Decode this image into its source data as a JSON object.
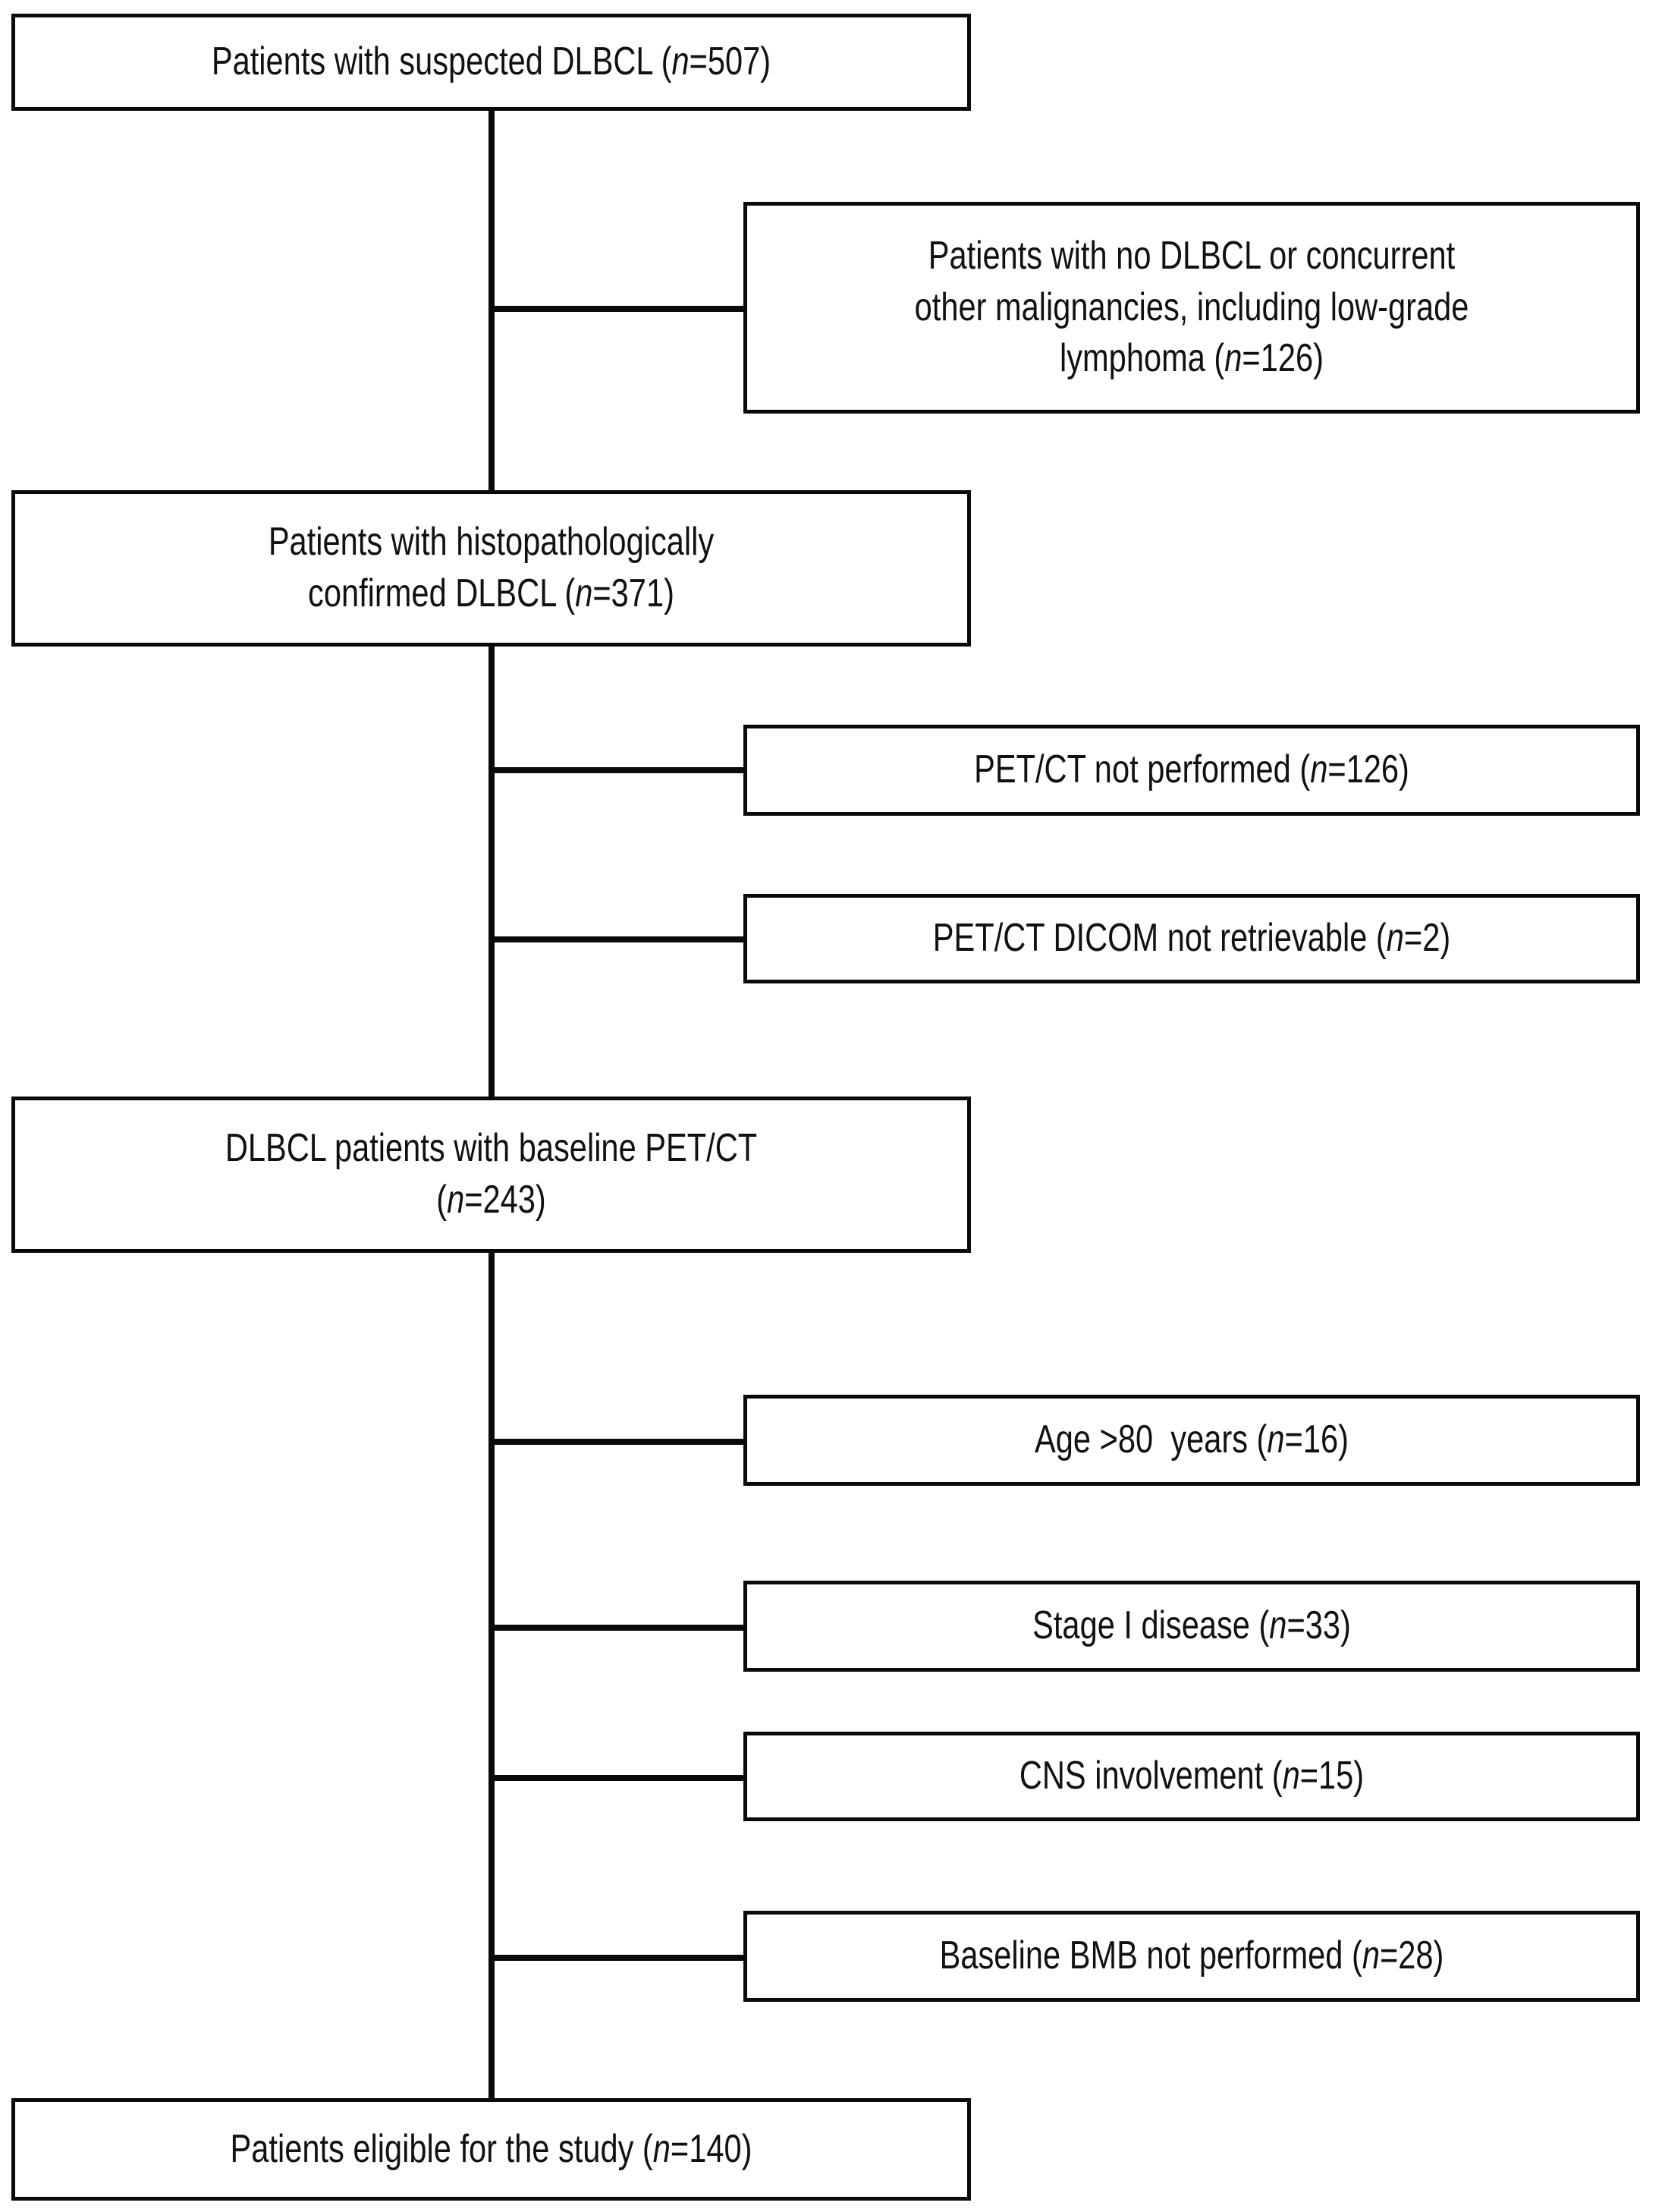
{
  "diagram": {
    "type": "flowchart",
    "title": "Patient selection flow diagram for DLBCL study",
    "orientation": "top-to-bottom with right-side exclusion branches",
    "stroke_color": "#0a0a0a",
    "background_color": "#ffffff",
    "main_nodes": [
      {
        "id": "suspected",
        "label": "Patients with suspected DLBCL (n=507)",
        "count": 507,
        "text_before": "Patients with suspected DLBCL (",
        "n_symbol": "n",
        "text_after": "=507)"
      },
      {
        "id": "confirmed",
        "label": "Patients with histopathologically confirmed DLBCL (n=371)",
        "count": 371,
        "line1": "Patients with histopathologically",
        "text_before": "confirmed DLBCL (",
        "n_symbol": "n",
        "text_after": "=371)"
      },
      {
        "id": "baseline-petct",
        "label": "DLBCL patients with baseline PET/CT (n=243)",
        "count": 243,
        "line1": "DLBCL patients with baseline PET/CT",
        "text_before": "(",
        "n_symbol": "n",
        "text_after": "=243)"
      },
      {
        "id": "eligible",
        "label": "Patients eligible for the study (n=140)",
        "count": 140,
        "text_before": "Patients eligible for the study (",
        "n_symbol": "n",
        "text_after": "=140)"
      }
    ],
    "exclusion_nodes": [
      {
        "id": "no-dlbcl",
        "label": "Patients with no DLBCL or concurrent other malignancies, including low-grade lymphoma (n=126)",
        "count": 126,
        "line1": "Patients with no DLBCL or concurrent",
        "line2": "other malignancies, including low-grade",
        "text_before": "lymphoma (",
        "n_symbol": "n",
        "text_after": "=126)"
      },
      {
        "id": "petct-not-performed",
        "label": "PET/CT not performed (n=126)",
        "count": 126,
        "text_before": "PET/CT not performed (",
        "n_symbol": "n",
        "text_after": "=126)"
      },
      {
        "id": "dicom-not-retrievable",
        "label": "PET/CT DICOM not retrievable (n=2)",
        "count": 2,
        "text_before": "PET/CT DICOM not retrievable (",
        "n_symbol": "n",
        "text_after": "=2)"
      },
      {
        "id": "age-over-80",
        "label": "Age >80  years (n=16)",
        "count": 16,
        "text_before": "Age >80  years (",
        "n_symbol": "n",
        "text_after": "=16)"
      },
      {
        "id": "stage-i",
        "label": "Stage I disease (n=33)",
        "count": 33,
        "text_before": "Stage I disease (",
        "n_symbol": "n",
        "text_after": "=33)"
      },
      {
        "id": "cns-involvement",
        "label": "CNS involvement (n=15)",
        "count": 15,
        "text_before": "CNS involvement (",
        "n_symbol": "n",
        "text_after": "=15)"
      },
      {
        "id": "bmb-not-performed",
        "label": "Baseline BMB not performed (n=28)",
        "count": 28,
        "text_before": "Baseline BMB not performed (",
        "n_symbol": "n",
        "text_after": "=28)"
      }
    ]
  }
}
